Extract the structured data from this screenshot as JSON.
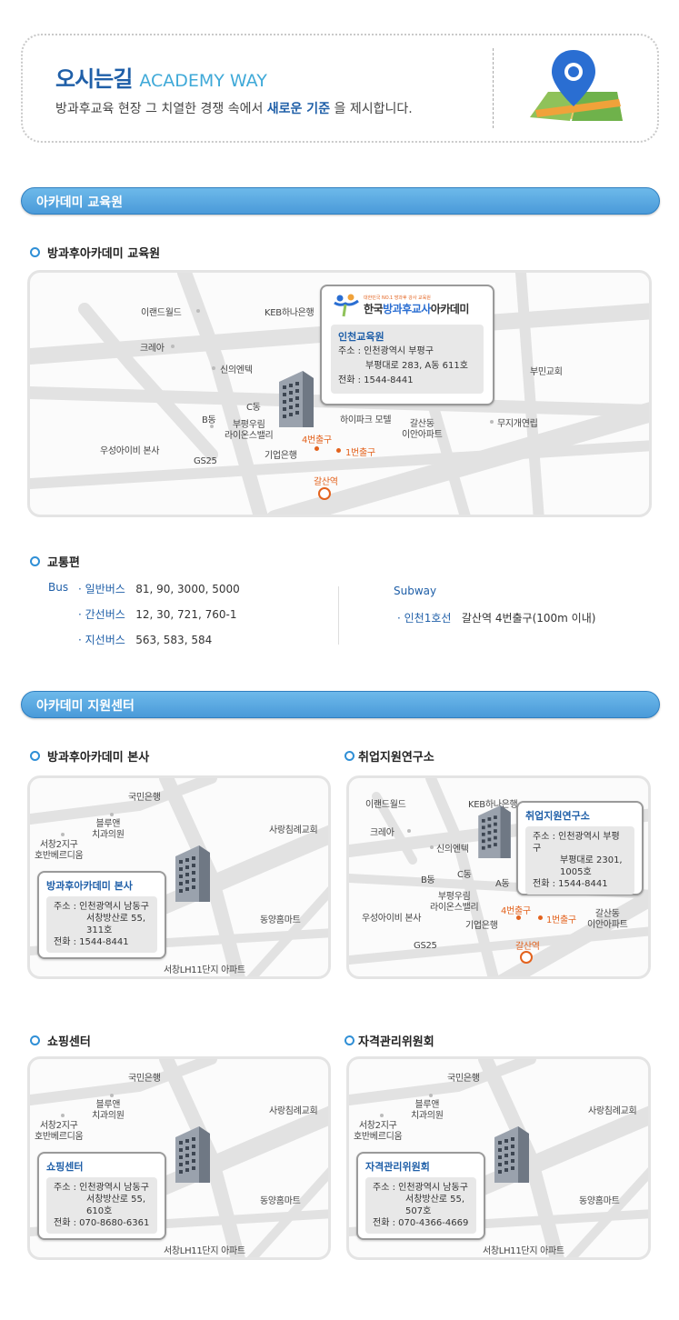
{
  "header": {
    "title_ko": "오시는길",
    "title_en": "ACADEMY WAY",
    "subtitle_pre": "방과후교육 현장 그 치열한 경쟁 속에서",
    "subtitle_highlight": "새로운 기준",
    "subtitle_post": "을 제시합니다.",
    "icon": "map-pin-icon"
  },
  "sections": {
    "education_center": "아카데미 교육원",
    "support_center": "아카데미 지원센터"
  },
  "edu_map": {
    "heading": "방과후아카데미 교육원",
    "logo_tagline": "대한민국 NO.1 방과후 강사 교육원",
    "logo_name_pre": "한국",
    "logo_name_mid": "방과후교사",
    "logo_name_post": "아카데미",
    "callout_title": "인천교육원",
    "address_line1": "주소 : 인천광역시 부평구",
    "address_line2": "부평대로 283, A동 611호",
    "phone": "전화 : 1544-8441",
    "labels": {
      "eland": "이랜드월드",
      "keb": "KEB하나은행",
      "crea": "크레아",
      "sinui": "신의엔텍",
      "bumin": "부민교회",
      "cdong": "C동",
      "bdong": "B동",
      "bupyeong1": "부평우림",
      "bupyeong2": "라이온스밸리",
      "hipark": "하이파크 모텔",
      "galsan1": "갈산동",
      "galsan2": "이안아파트",
      "muji": "무지개연립",
      "wooseong": "우성아이비 본사",
      "gs25": "GS25",
      "ibk": "기업은행",
      "exit4": "4번출구",
      "exit1": "1번출구",
      "station": "갈산역"
    }
  },
  "transport": {
    "heading": "교통편",
    "bus_label": "Bus",
    "bus": [
      {
        "type": "· 일반버스",
        "routes": "81, 90, 3000, 5000"
      },
      {
        "type": "· 간선버스",
        "routes": "12, 30, 721, 760-1"
      },
      {
        "type": "· 지선버스",
        "routes": "563, 583, 584"
      }
    ],
    "subway_label": "Subway",
    "subway_line": "· 인천1호선",
    "subway_desc": "갈산역 4번출구(100m 이내)"
  },
  "hq_map": {
    "heading": "방과후아카데미 본사",
    "callout_title": "방과후아카데미 본사",
    "address_line1": "주소 : 인천광역시 남동구",
    "address_line2": "서창방산로 55,",
    "address_line3": "311호",
    "phone": "전화 : 1544-8441"
  },
  "job_map": {
    "heading": "취업지원연구소",
    "callout_title": "취업지원연구소",
    "address_line1": "주소 : 인천광역시 부평구",
    "address_line2": "부평대로 2301,",
    "address_line3": "1005호",
    "phone": "전화 : 1544-8441",
    "labels": {
      "eland": "이랜드월드",
      "keb": "KEB하나은행",
      "crea": "크레아",
      "sinui": "신의엔텍",
      "cdong": "C동",
      "bdong": "B동",
      "adong": "A동",
      "bupyeong1": "부평우림",
      "bupyeong2": "라이온스밸리",
      "wooseong": "우성아이비 본사",
      "ibk": "기업은행",
      "exit4": "4번출구",
      "exit1": "1번출구",
      "galsan1": "갈산동",
      "galsan2": "이안아파트",
      "gs25": "GS25",
      "station": "갈산역"
    }
  },
  "shop_map": {
    "heading": "쇼핑센터",
    "callout_title": "쇼핑센터",
    "address_line1": "주소 : 인천광역시 남동구",
    "address_line2": "서창방산로 55,",
    "address_line3": "610호",
    "phone": "전화 : 070-8680-6361"
  },
  "cert_map": {
    "heading": "자격관리위원회",
    "callout_title": "자격관리위원회",
    "address_line1": "주소 : 인천광역시 남동구",
    "address_line2": "서창방산로 55,",
    "address_line3": "507호",
    "phone": "전화 : 070-4366-4669"
  },
  "south_labels": {
    "kookmin": "국민은행",
    "blue1": "블루앤",
    "blue2": "치과의원",
    "seochang1": "서창2지구",
    "seochang2": "호반베르디움",
    "church": "사랑침례교회",
    "dongyang": "동양홈마트",
    "apt": "서창LH11단지 아파트"
  }
}
